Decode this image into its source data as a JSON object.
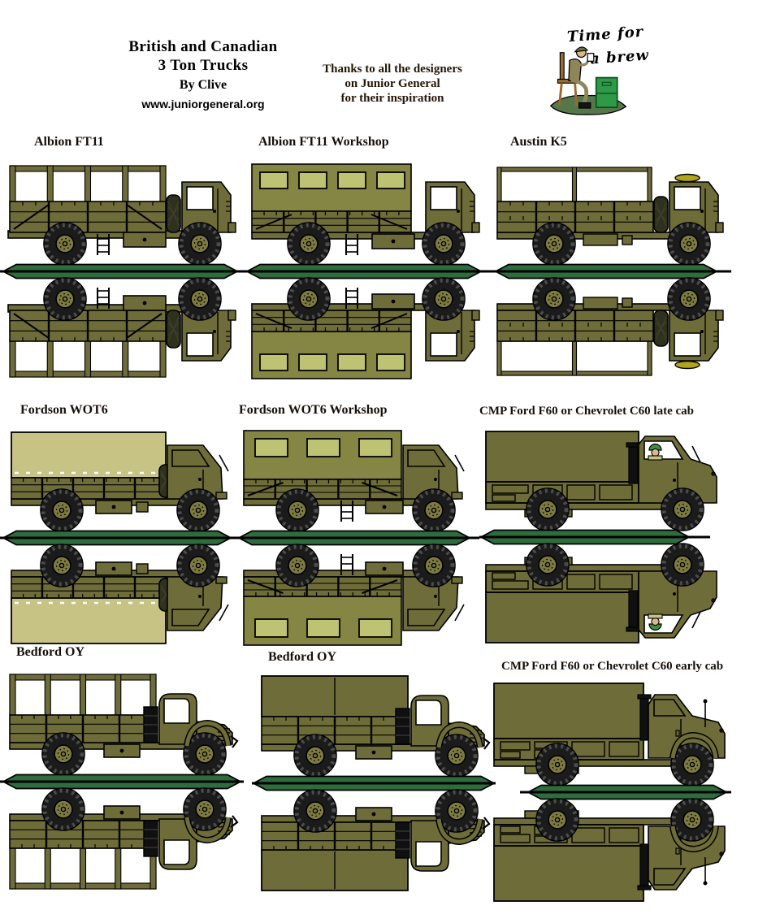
{
  "header": {
    "title_line1": "British and Canadian",
    "title_line2": "3 Ton Trucks",
    "byline": "By Clive",
    "website": "www.juniorgeneral.org",
    "thanks_lines": [
      "Thanks to all the designers",
      "on Junior General",
      "for their inspiration"
    ],
    "vignette": {
      "line1": "Time for",
      "line2": "a brew"
    }
  },
  "colors": {
    "background": "#ffffff",
    "olive": "#6e6c38",
    "workshop_body": "#858544",
    "window_khaki": "#bec273",
    "pale_canvas": "#c6c384",
    "glass_white": "#ffffff",
    "tire_black": "#1b1b1b",
    "tread_gray": "#4c4c4c",
    "hub_olive": "#7d7a40",
    "base_green": "#2e6b3d",
    "outline_black": "#000000",
    "roof_disc_yellow": "#b0a51c",
    "spare_dark": "#30301f",
    "exhaust_black": "#101010",
    "label_text": "#17100a",
    "helmet_green": "#3f8f3f",
    "face_tan": "#d9b98c",
    "mound_green": "#55784a",
    "crate_green": "#2e9947",
    "crate_edge": "#0c4f22",
    "chair_brown": "#9a6a33",
    "uniform_khaki": "#8f855a"
  },
  "trucks": [
    {
      "label": "Albion FT11",
      "style": "albion_open"
    },
    {
      "label": "Albion FT11 Workshop",
      "style": "albion_ws"
    },
    {
      "label": "Austin K5",
      "style": "austin"
    },
    {
      "label": "Fordson WOT6",
      "style": "fordson_canvas"
    },
    {
      "label": "Fordson WOT6 Workshop",
      "style": "fordson_ws"
    },
    {
      "label": "CMP Ford F60 or Chevrolet C60 late cab",
      "style": "cmp_late"
    },
    {
      "label": "Bedford OY",
      "style": "bedford_open"
    },
    {
      "label": "Bedford OY",
      "style": "bedford_canvas"
    },
    {
      "label": "CMP Ford F60 or Chevrolet C60 early cab",
      "style": "cmp_early"
    }
  ]
}
